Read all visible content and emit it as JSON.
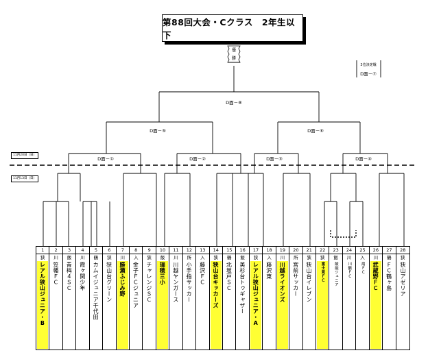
{
  "title": "第88回大会・Cクラス　2年生以下",
  "trophy": {
    "line1": "優",
    "line2": "勝"
  },
  "third_place": {
    "title": "3位決定戦",
    "match": "D面－⑦"
  },
  "matches": {
    "final": "D面－⑧",
    "semi_left": "D面－⑤",
    "semi_right": "D面－⑥",
    "q1": "D面－①",
    "q2": "D面－②",
    "q3": "D面－③",
    "q4": "D面－④"
  },
  "dates": {
    "upper": "11月20日（日）",
    "lower": "11月13日（日）"
  },
  "teams": [
    {
      "num": "1",
      "pre": "狭",
      "name": "レアル狭山ジュニア・B",
      "highlight": true,
      "bold": true
    },
    {
      "num": "2",
      "pre": "川",
      "name": "笠幡ＦＣ",
      "highlight": false
    },
    {
      "num": "3",
      "pre": "飯",
      "name": "青梅４ＳＣ",
      "highlight": false
    },
    {
      "num": "4",
      "pre": "川",
      "name": "霞ヶ関少年",
      "highlight": false
    },
    {
      "num": "5",
      "pre": "鶴",
      "name": "カムイジュニア千代田",
      "highlight": false
    },
    {
      "num": "6",
      "pre": "狭",
      "name": "狭山台グリーン",
      "highlight": false
    },
    {
      "num": "7",
      "pre": "川",
      "name": "勝瀬ふじみ野",
      "highlight": true,
      "bold": true
    },
    {
      "num": "8",
      "pre": "入",
      "name": "金子ＦＣジュニア",
      "highlight": false
    },
    {
      "num": "9",
      "pre": "狭",
      "name": "チャレンジＳＣ",
      "highlight": false
    },
    {
      "num": "10",
      "pre": "飯",
      "name": "瑞穂三小",
      "highlight": true,
      "bold": true
    },
    {
      "num": "11",
      "pre": "川",
      "name": "川越ヤンガース",
      "highlight": false
    },
    {
      "num": "12",
      "pre": "所",
      "name": "小手指サッカー",
      "highlight": false
    },
    {
      "num": "13",
      "pre": "入",
      "name": "藤沢ＦＣ",
      "highlight": false
    },
    {
      "num": "14",
      "pre": "狭",
      "name": "狭山台キッカーズ",
      "highlight": true,
      "bold": true
    },
    {
      "num": "15",
      "pre": "鶴",
      "name": "北坂戸ＳＣ",
      "highlight": false
    },
    {
      "num": "16",
      "pre": "飯",
      "name": "美杉台トゥギャザー",
      "highlight": false
    },
    {
      "num": "17",
      "pre": "狭",
      "name": "レアル狭山ジュニア・A",
      "highlight": true,
      "bold": true
    },
    {
      "num": "18",
      "pre": "入",
      "name": "藤沢東",
      "highlight": false
    },
    {
      "num": "19",
      "pre": "川",
      "name": "川越ライオンズ",
      "highlight": true,
      "bold": true
    },
    {
      "num": "20",
      "pre": "所",
      "name": "宮前サッカー",
      "highlight": false
    },
    {
      "num": "21",
      "pre": "狭",
      "name": "狭山台イレブン",
      "highlight": false
    },
    {
      "num": "22",
      "pre": "狭",
      "name": "富士見ＦＣ",
      "highlight": true,
      "bold": true,
      "small": true
    },
    {
      "num": "23",
      "pre": "飯",
      "name": "飯能ジュニア",
      "highlight": false,
      "small": true
    },
    {
      "num": "24",
      "pre": "川",
      "name": "川鶴ＦＣ",
      "highlight": false,
      "small": true
    },
    {
      "num": "25",
      "pre": "入",
      "name": "扇ＦＣ",
      "highlight": false,
      "small": true
    },
    {
      "num": "26",
      "pre": "川",
      "name": "武蔵野ＦＣ",
      "highlight": true,
      "bold": true
    },
    {
      "num": "27",
      "pre": "鶴",
      "name": "ＦＣ鶴ヶ島",
      "highlight": false
    },
    {
      "num": "28",
      "pre": "狭",
      "name": "狭山アゼリア",
      "highlight": false
    }
  ]
}
